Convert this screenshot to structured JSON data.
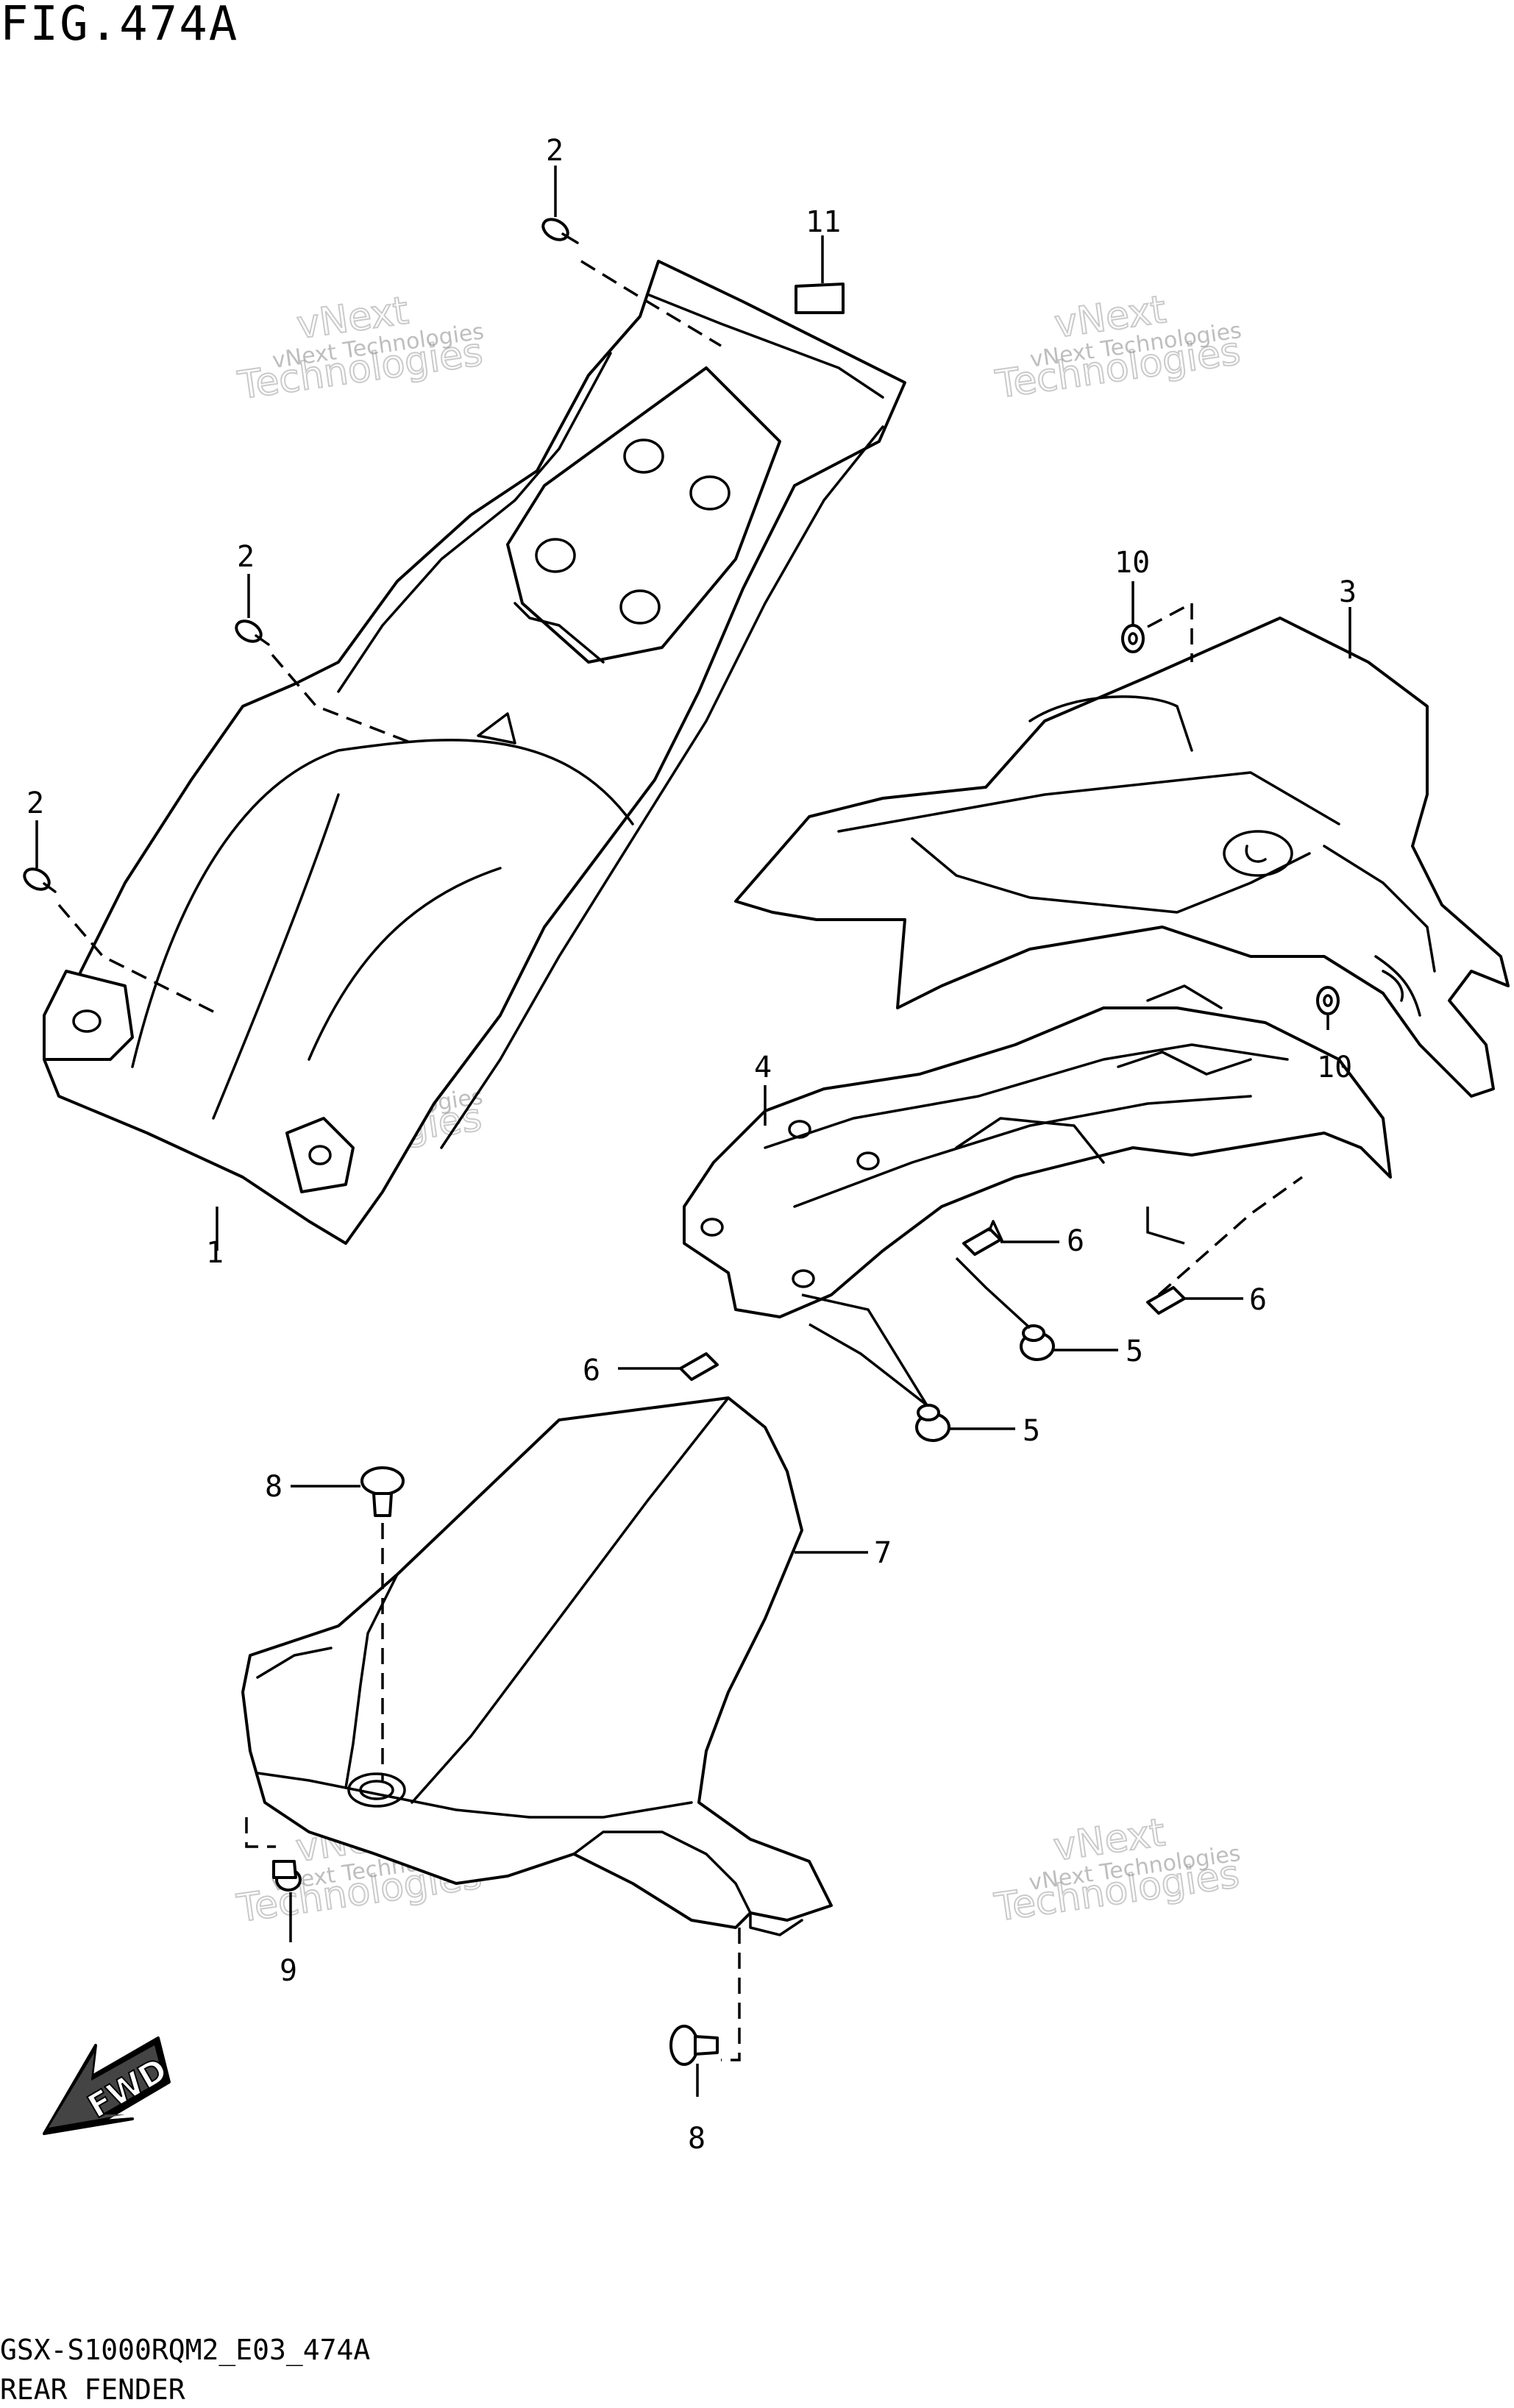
{
  "figure": {
    "title": "FIG.474A",
    "model_code": "GSX-S1000RQM2_E03_474A",
    "section_name": "REAR FENDER"
  },
  "watermark": {
    "small_text": "vNext Technologies",
    "big_line1": "vNext",
    "big_line2": "Technologies"
  },
  "direction_marker": {
    "label": "FWD"
  },
  "callouts": {
    "c1": "1",
    "c2a": "2",
    "c2b": "2",
    "c2c": "2",
    "c3": "3",
    "c4": "4",
    "c5a": "5",
    "c5b": "5",
    "c6a": "6",
    "c6b": "6",
    "c6c": "6",
    "c7": "7",
    "c8a": "8",
    "c8b": "8",
    "c9": "9",
    "c10a": "10",
    "c10b": "10",
    "c11": "11"
  }
}
